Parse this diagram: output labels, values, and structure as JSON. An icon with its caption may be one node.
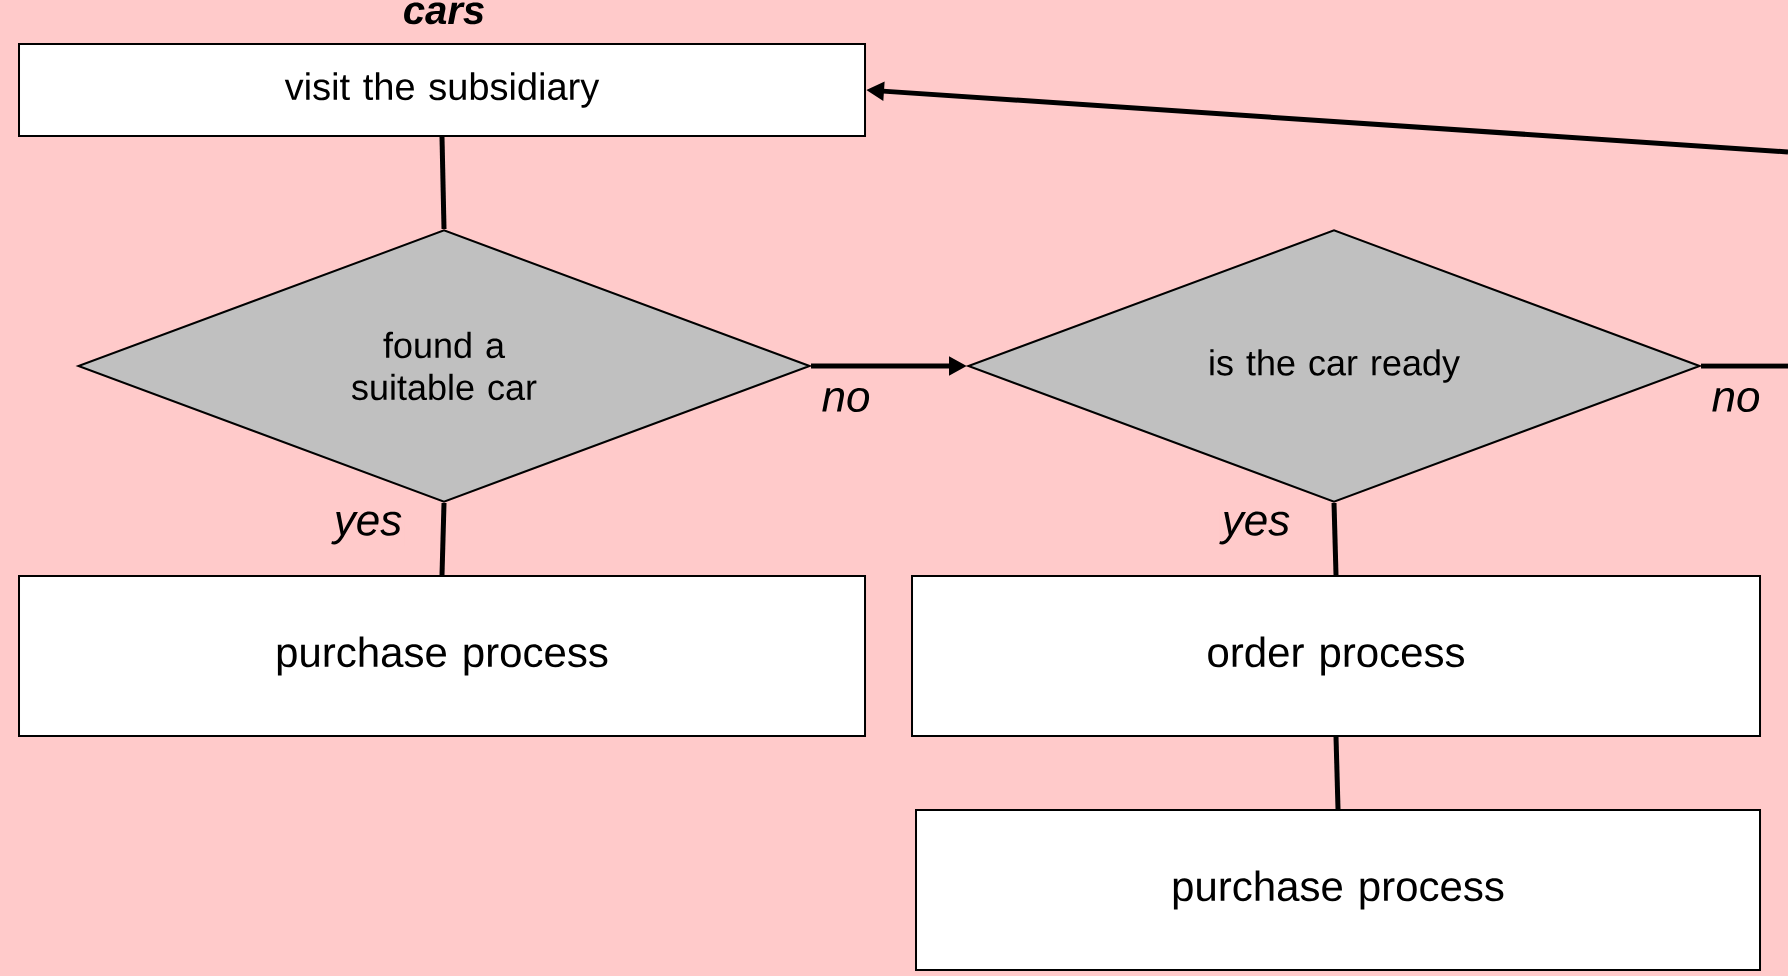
{
  "diagram": {
    "nodes": [
      {
        "text": [
          "visit the subsidiary"
        ]
      },
      {
        "text": [
          "found a suitable car"
        ]
      },
      {
        "text": [
          "purchase process"
        ]
      },
      {
        "text": [
          "is the car ready"
        ]
      },
      {
        "text": [
          "order process"
        ]
      },
      {
        "text": [
          "purchase process"
        ]
      }
    ],
    "edges": [
      {
        "from": 0,
        "to": 1,
        "arrow": "none"
      },
      {
        "from": 1,
        "to": 3,
        "arrow": "to",
        "label": "no"
      },
      {
        "from": 1,
        "to": 2,
        "arrow": "none",
        "label": "yes"
      },
      {
        "from": 3,
        "to": 4,
        "arrow": "none",
        "label": "yes"
      },
      {
        "from": 3,
        "to": null,
        "arrow": "none",
        "label": "no"
      },
      {
        "from": null,
        "to": 0,
        "arrow": "to"
      },
      {
        "from": 4,
        "to": 5,
        "arrow": "none"
      }
    ],
    "labels": [
      "cars"
    ]
  }
}
